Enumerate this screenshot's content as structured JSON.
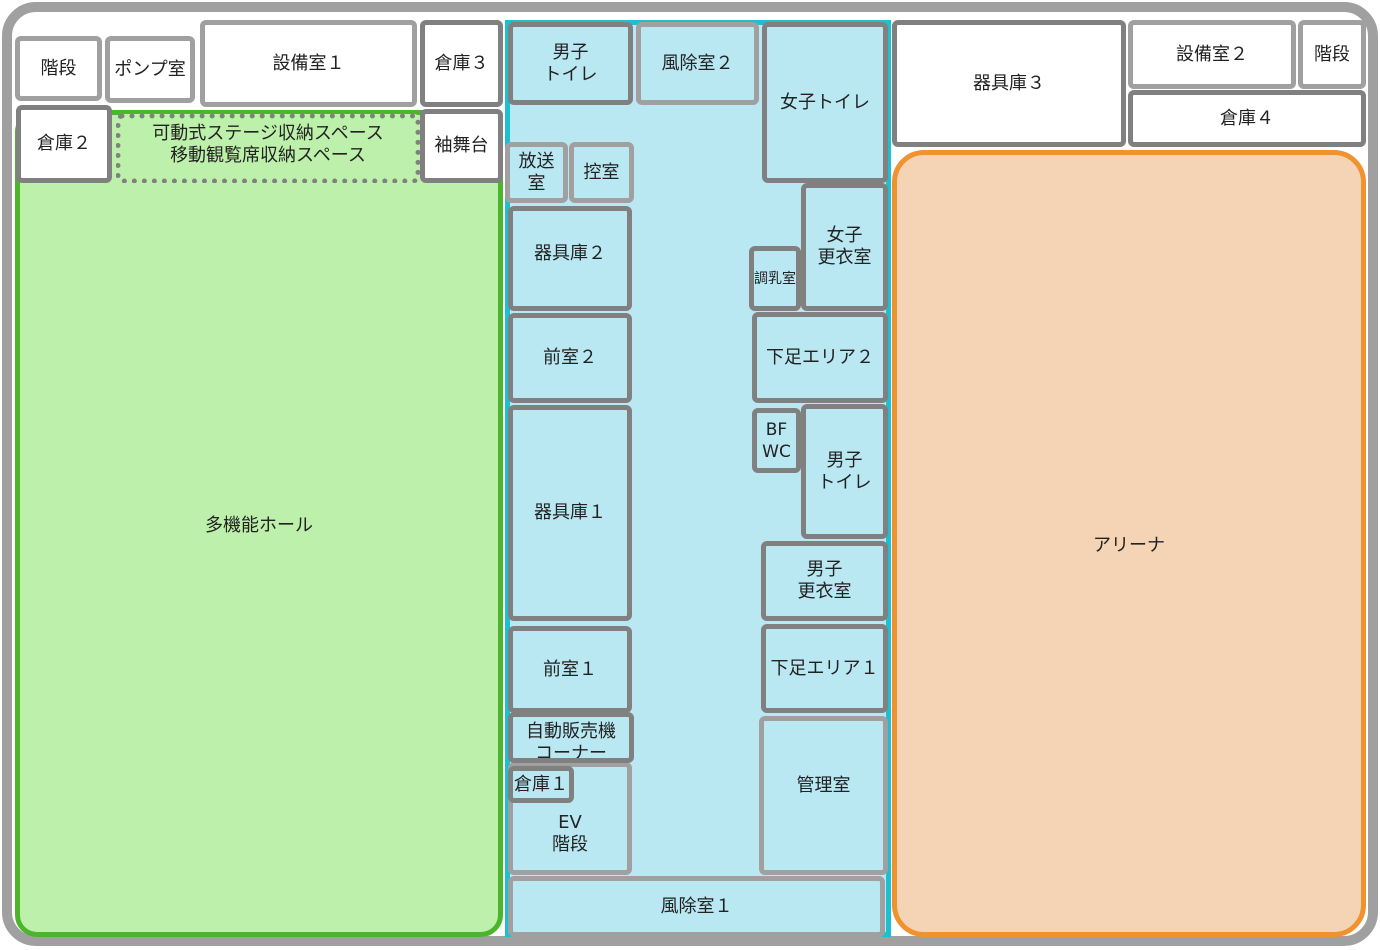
{
  "colors": {
    "frame": "#a0a0a0",
    "hall_border": "#4db52d",
    "hall_fill": "#bdf0aa",
    "corridor_border": "#1ec0d0",
    "corridor_fill": "#b9e8f3",
    "arena_border": "#f0922e",
    "arena_fill": "#f4d4b4",
    "wall_dark": "#808080",
    "wall_light": "#a0a0a0"
  },
  "left": {
    "stairs": "階段",
    "pump_room": "ポンプ室",
    "equipment_room_1": "設備室１",
    "storage_3": "倉庫３",
    "storage_2": "倉庫２",
    "stage_storage": "可動式ステージ収納スペース\n移動観覧席収納スペース",
    "wing_stage": "袖舞台",
    "multipurpose_hall": "多機能ホール"
  },
  "center": {
    "mens_toilet_top": "男子\nトイレ",
    "windbreak_2": "風除室２",
    "womens_toilet": "女子トイレ",
    "broadcast_room": "放送室",
    "waiting_room": "控室",
    "equipment_storage_2": "器具庫２",
    "nursing_room": "調乳室",
    "womens_locker": "女子\n更衣室",
    "anteroom_2": "前室２",
    "shoe_area_2": "下足エリア２",
    "bf_wc": "BF\nWC",
    "mens_toilet": "男子\nトイレ",
    "equipment_storage_1": "器具庫１",
    "mens_locker": "男子\n更衣室",
    "anteroom_1": "前室１",
    "shoe_area_1": "下足エリア１",
    "vending_corner": "自動販売機\nコーナー",
    "storage_1": "倉庫１",
    "ev_stairs": "EV\n階段",
    "management_office": "管理室",
    "windbreak_1": "風除室１"
  },
  "right": {
    "equipment_storage_3": "器具庫３",
    "equipment_room_2": "設備室２",
    "stairs": "階段",
    "storage_4": "倉庫４",
    "arena": "アリーナ"
  }
}
